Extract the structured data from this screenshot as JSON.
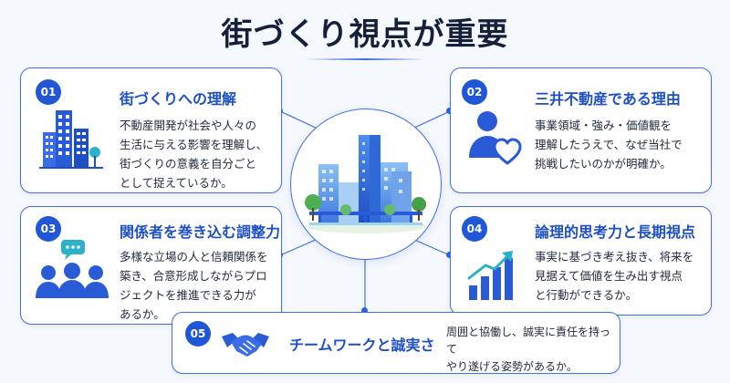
{
  "title": "街づくり視点が重要",
  "cards": [
    {
      "num": "01",
      "title": "街づくりへの理解",
      "lines": [
        "不動産開発が社会や人々の",
        "生活に与える影響を理解し、",
        "街づくりの意義を自分ごと",
        "として捉えているか。"
      ],
      "icon": "city-buildings-icon"
    },
    {
      "num": "02",
      "title": "三井不動産である理由",
      "lines": [
        "事業領域・強み・価値観を",
        "理解したうえで、なぜ当社で",
        "挑戦したいのかが明確か。"
      ],
      "icon": "person-heart-icon"
    },
    {
      "num": "03",
      "title": "関係者を巻き込む調整力",
      "lines": [
        "多様な立場の人と信頼関係を",
        "築き、合意形成しながらプロ",
        "ジェクトを推進できる力が",
        "あるか。"
      ],
      "icon": "group-chat-icon"
    },
    {
      "num": "04",
      "title": "論理的思考力と長期視点",
      "lines": [
        "事実に基づき考え抜き、将来を",
        "見据えて価値を生み出す視点",
        "と行動ができるか。"
      ],
      "icon": "growth-chart-icon"
    },
    {
      "num": "05",
      "title": "チームワークと誠実さ",
      "lines": [
        "周囲と協働し、誠実に責任を持って",
        "やり遂げる姿勢があるか。"
      ],
      "icon": "handshake-icon"
    }
  ],
  "colors": {
    "accent": "#2057d6",
    "title_text": "#1d4fc7",
    "border": "#3f6fe0"
  }
}
